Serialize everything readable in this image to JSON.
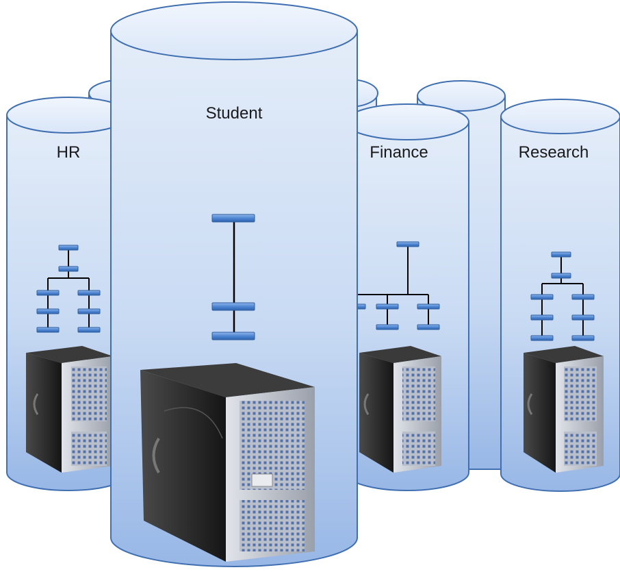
{
  "diagram": {
    "databases": [
      {
        "id": "hr",
        "label": "HR"
      },
      {
        "id": "student",
        "label": "Student"
      },
      {
        "id": "finance",
        "label": "Finance"
      },
      {
        "id": "research",
        "label": "Research"
      }
    ]
  },
  "colors": {
    "cylinder_top": "#e6effb",
    "cylinder_body_light": "#e3ecf9",
    "cylinder_body_dark": "#9fbde9",
    "cylinder_stroke": "#3f6fb0",
    "node_fill": "#5b8fd6",
    "node_stroke": "#2f5f9f",
    "connector": "#000000",
    "server_dark": "#1e1e1e",
    "server_panel": "#c9ccd3"
  }
}
